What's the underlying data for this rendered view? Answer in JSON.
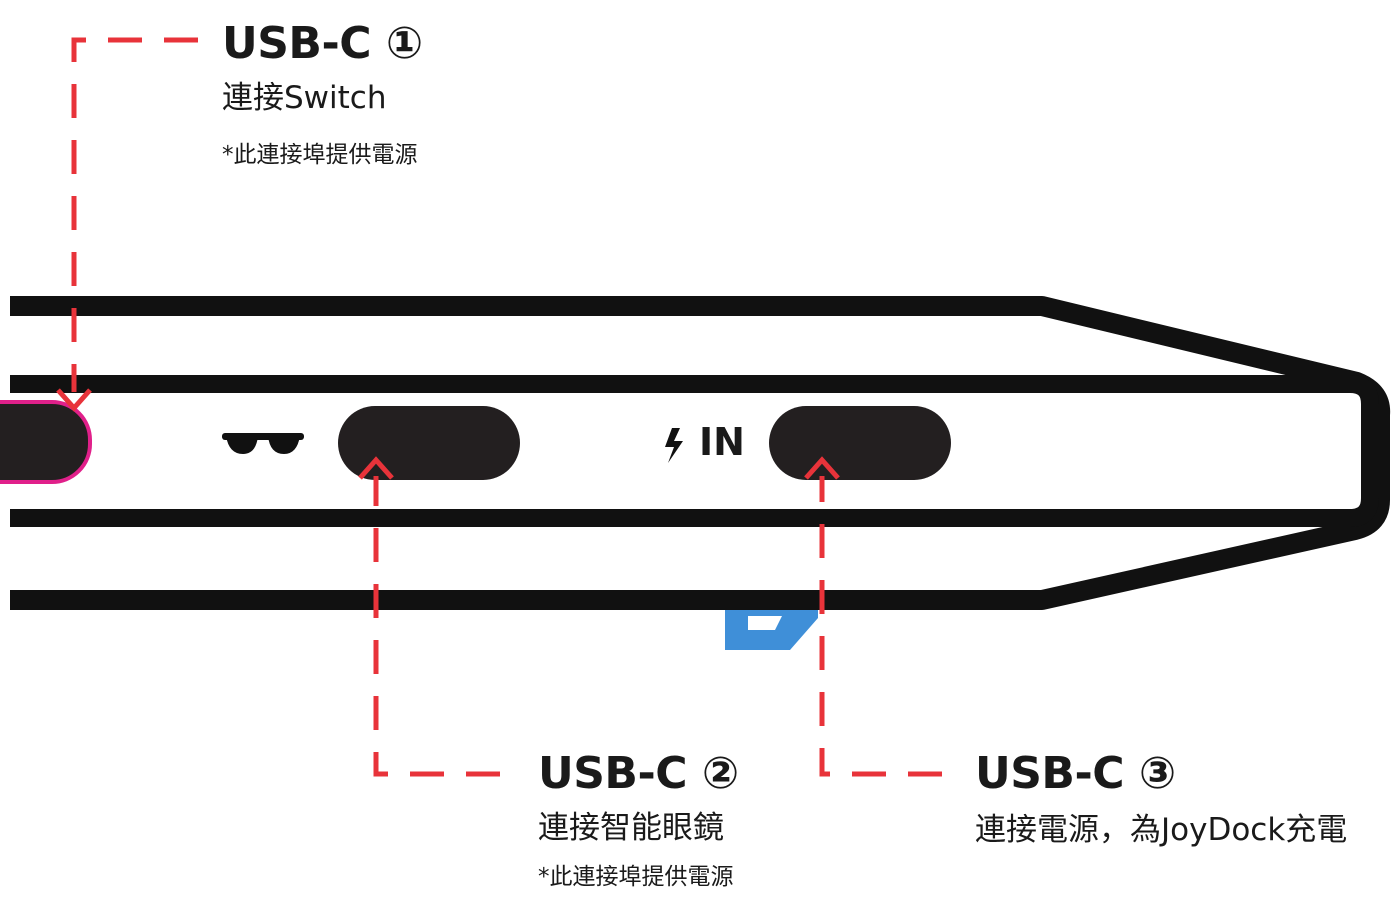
{
  "colors": {
    "outline": "#111111",
    "port_fill": "#231f20",
    "leader_line": "#e8333a",
    "highlight_ring": "#e0208a",
    "accent_tab": "#3f8fd8"
  },
  "device": {
    "glasses_icon": "sunglasses-icon",
    "power_icon": "lightning-bolt-icon",
    "power_label": "IN"
  },
  "ports": [
    {
      "title": "USB-C ①",
      "description": "連接Switch",
      "note": "*此連接埠提供電源"
    },
    {
      "title": "USB-C ②",
      "description": "連接智能眼鏡",
      "note": "*此連接埠提供電源"
    },
    {
      "title": "USB-C ③",
      "description": "連接電源，為JoyDock充電",
      "note": ""
    }
  ]
}
